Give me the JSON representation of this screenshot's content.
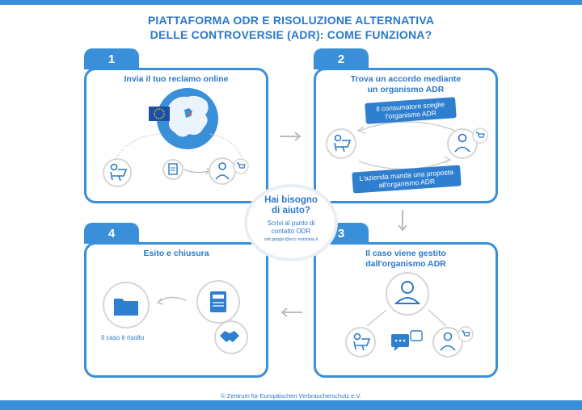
{
  "title": {
    "line1": "PIATTAFORMA ODR E RISOLUZIONE ALTERNATIVA",
    "line2": "DELLE CONTROVERSIE (ADR): COME FUNZIONA?"
  },
  "steps": [
    {
      "number": "1",
      "title_line1": "Invia il tuo reclamo online",
      "title_line2": ""
    },
    {
      "number": "2",
      "title_line1": "Trova un accordo mediante",
      "title_line2": "un organismo ADR"
    },
    {
      "number": "3",
      "title_line1": "Il caso viene gestito",
      "title_line2": "dall'organismo ADR"
    },
    {
      "number": "4",
      "title_line1": "Esito e chiusura",
      "title_line2": ""
    }
  ],
  "step2": {
    "pill_top_line1": "Il consumatore sceglie",
    "pill_top_line2": "l'organismo ADR",
    "pill_bottom_line1": "L'azienda manda una proposta",
    "pill_bottom_line2": "all'organismo ADR"
  },
  "step4": {
    "resolved_label": "Il caso è risolto"
  },
  "help": {
    "title_line1": "Hai bisogno",
    "title_line2": "di aiuto?",
    "text_line1": "Scrivi al punto di",
    "text_line2": "contatto ODR",
    "email": "odr.gepgio@ecc-netztalia.it"
  },
  "footer": "© Zentrum für Europäischen Verbraucherschutz e.V.",
  "colors": {
    "accent": "#3a8fd9",
    "text": "#2b78c8",
    "icon_border": "#d6d6d6"
  },
  "icons": [
    "eu-flag-icon",
    "globe-map-icon",
    "consumer-laptop-icon",
    "document-icon",
    "business-person-icon",
    "shopping-cart-icon",
    "adr-person-icon",
    "chat-icon",
    "folder-icon",
    "report-icon",
    "handshake-icon"
  ]
}
